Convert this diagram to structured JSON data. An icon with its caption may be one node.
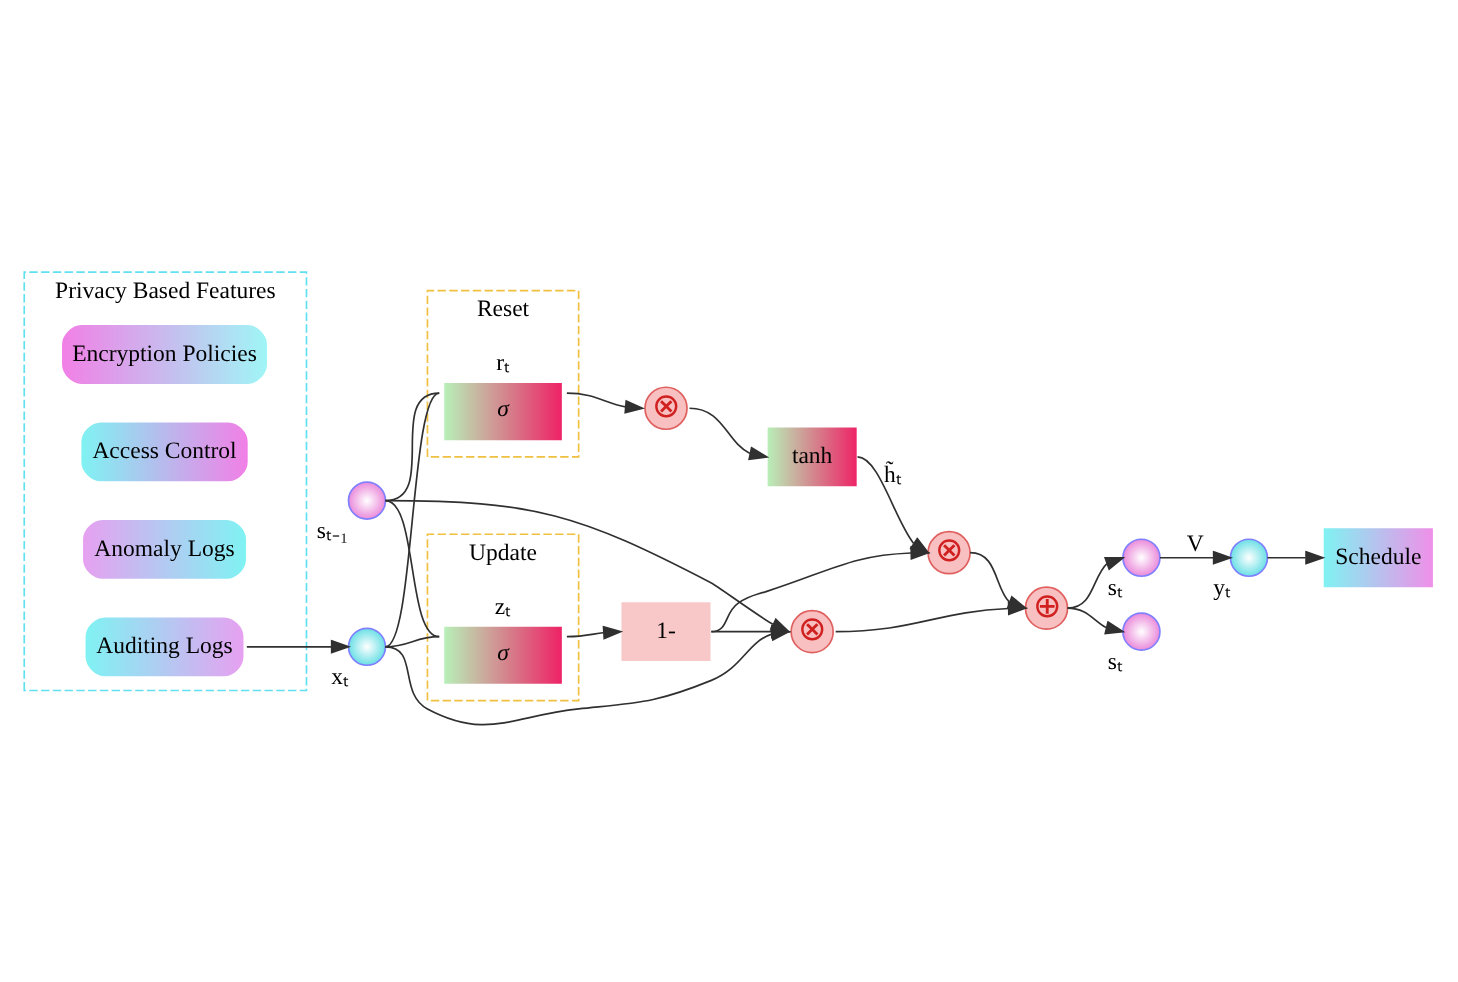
{
  "diagram": {
    "nodes": [
      {
        "text": [
          "Privacy Based Features"
        ]
      },
      {
        "text": [
          "Encryption Policies"
        ],
        "in": 0
      },
      {
        "text": [
          "Access Control"
        ],
        "in": 0
      },
      {
        "text": [
          "Anomaly Logs"
        ],
        "in": 0
      },
      {
        "text": [
          "Auditing Logs"
        ],
        "in": 0
      },
      {
        "text": [
          "Schedule"
        ]
      },
      {
        "text": [],
        "shape": "circle",
        "beside": [
          "yₜ"
        ]
      },
      {
        "text": [],
        "shape": "circle",
        "beside": [
          "sₜ"
        ]
      },
      {
        "text": [],
        "shape": "circle",
        "beside": [
          "sₜ"
        ]
      },
      {
        "text": [
          "Reset"
        ]
      },
      {
        "text": [
          "σ"
        ],
        "in": 9,
        "beside": [
          "rₜ"
        ]
      },
      {
        "text": [
          "⊗"
        ]
      },
      {
        "text": [
          "Update"
        ]
      },
      {
        "text": [
          "σ"
        ],
        "in": 12,
        "beside": [
          "zₜ"
        ]
      },
      {
        "text": [
          "tanh"
        ]
      },
      {
        "text": [
          "1-"
        ]
      },
      {
        "text": [
          "⊗"
        ]
      },
      {
        "text": [
          "⊗"
        ]
      },
      {
        "text": [
          "⊕"
        ]
      },
      {
        "text": [],
        "shape": "circle",
        "beside": [
          "sₜ₋₁"
        ]
      },
      {
        "text": [],
        "shape": "circle",
        "beside": [
          "xₜ"
        ]
      }
    ],
    "edges": [
      {
        "from": 4,
        "to": 20,
        "arrow": "to"
      },
      {
        "from": 19,
        "to": 10,
        "arrow": "none"
      },
      {
        "from": 20,
        "to": 10,
        "arrow": "none"
      },
      {
        "from": 19,
        "to": 13,
        "arrow": "none"
      },
      {
        "from": 20,
        "to": 13,
        "arrow": "none"
      },
      {
        "from": 19,
        "to": 17,
        "arrow": "to"
      },
      {
        "from": 20,
        "to": 17,
        "arrow": "to"
      },
      {
        "from": 10,
        "to": 11,
        "arrow": "to"
      },
      {
        "from": 11,
        "to": 14,
        "arrow": "to"
      },
      {
        "from": 13,
        "to": 15,
        "arrow": "to"
      },
      {
        "from": 14,
        "to": 16,
        "arrow": "to",
        "label": "h̃ₜ"
      },
      {
        "from": 15,
        "to": 16,
        "arrow": "to"
      },
      {
        "from": 15,
        "to": 17,
        "arrow": "to"
      },
      {
        "from": 16,
        "to": 18,
        "arrow": "to"
      },
      {
        "from": 17,
        "to": 18,
        "arrow": "to"
      },
      {
        "from": 18,
        "to": 7,
        "arrow": "to"
      },
      {
        "from": 18,
        "to": 8,
        "arrow": "to"
      },
      {
        "from": 7,
        "to": 6,
        "arrow": "to",
        "label": "V"
      },
      {
        "from": 6,
        "to": 5,
        "arrow": "to"
      }
    ]
  }
}
